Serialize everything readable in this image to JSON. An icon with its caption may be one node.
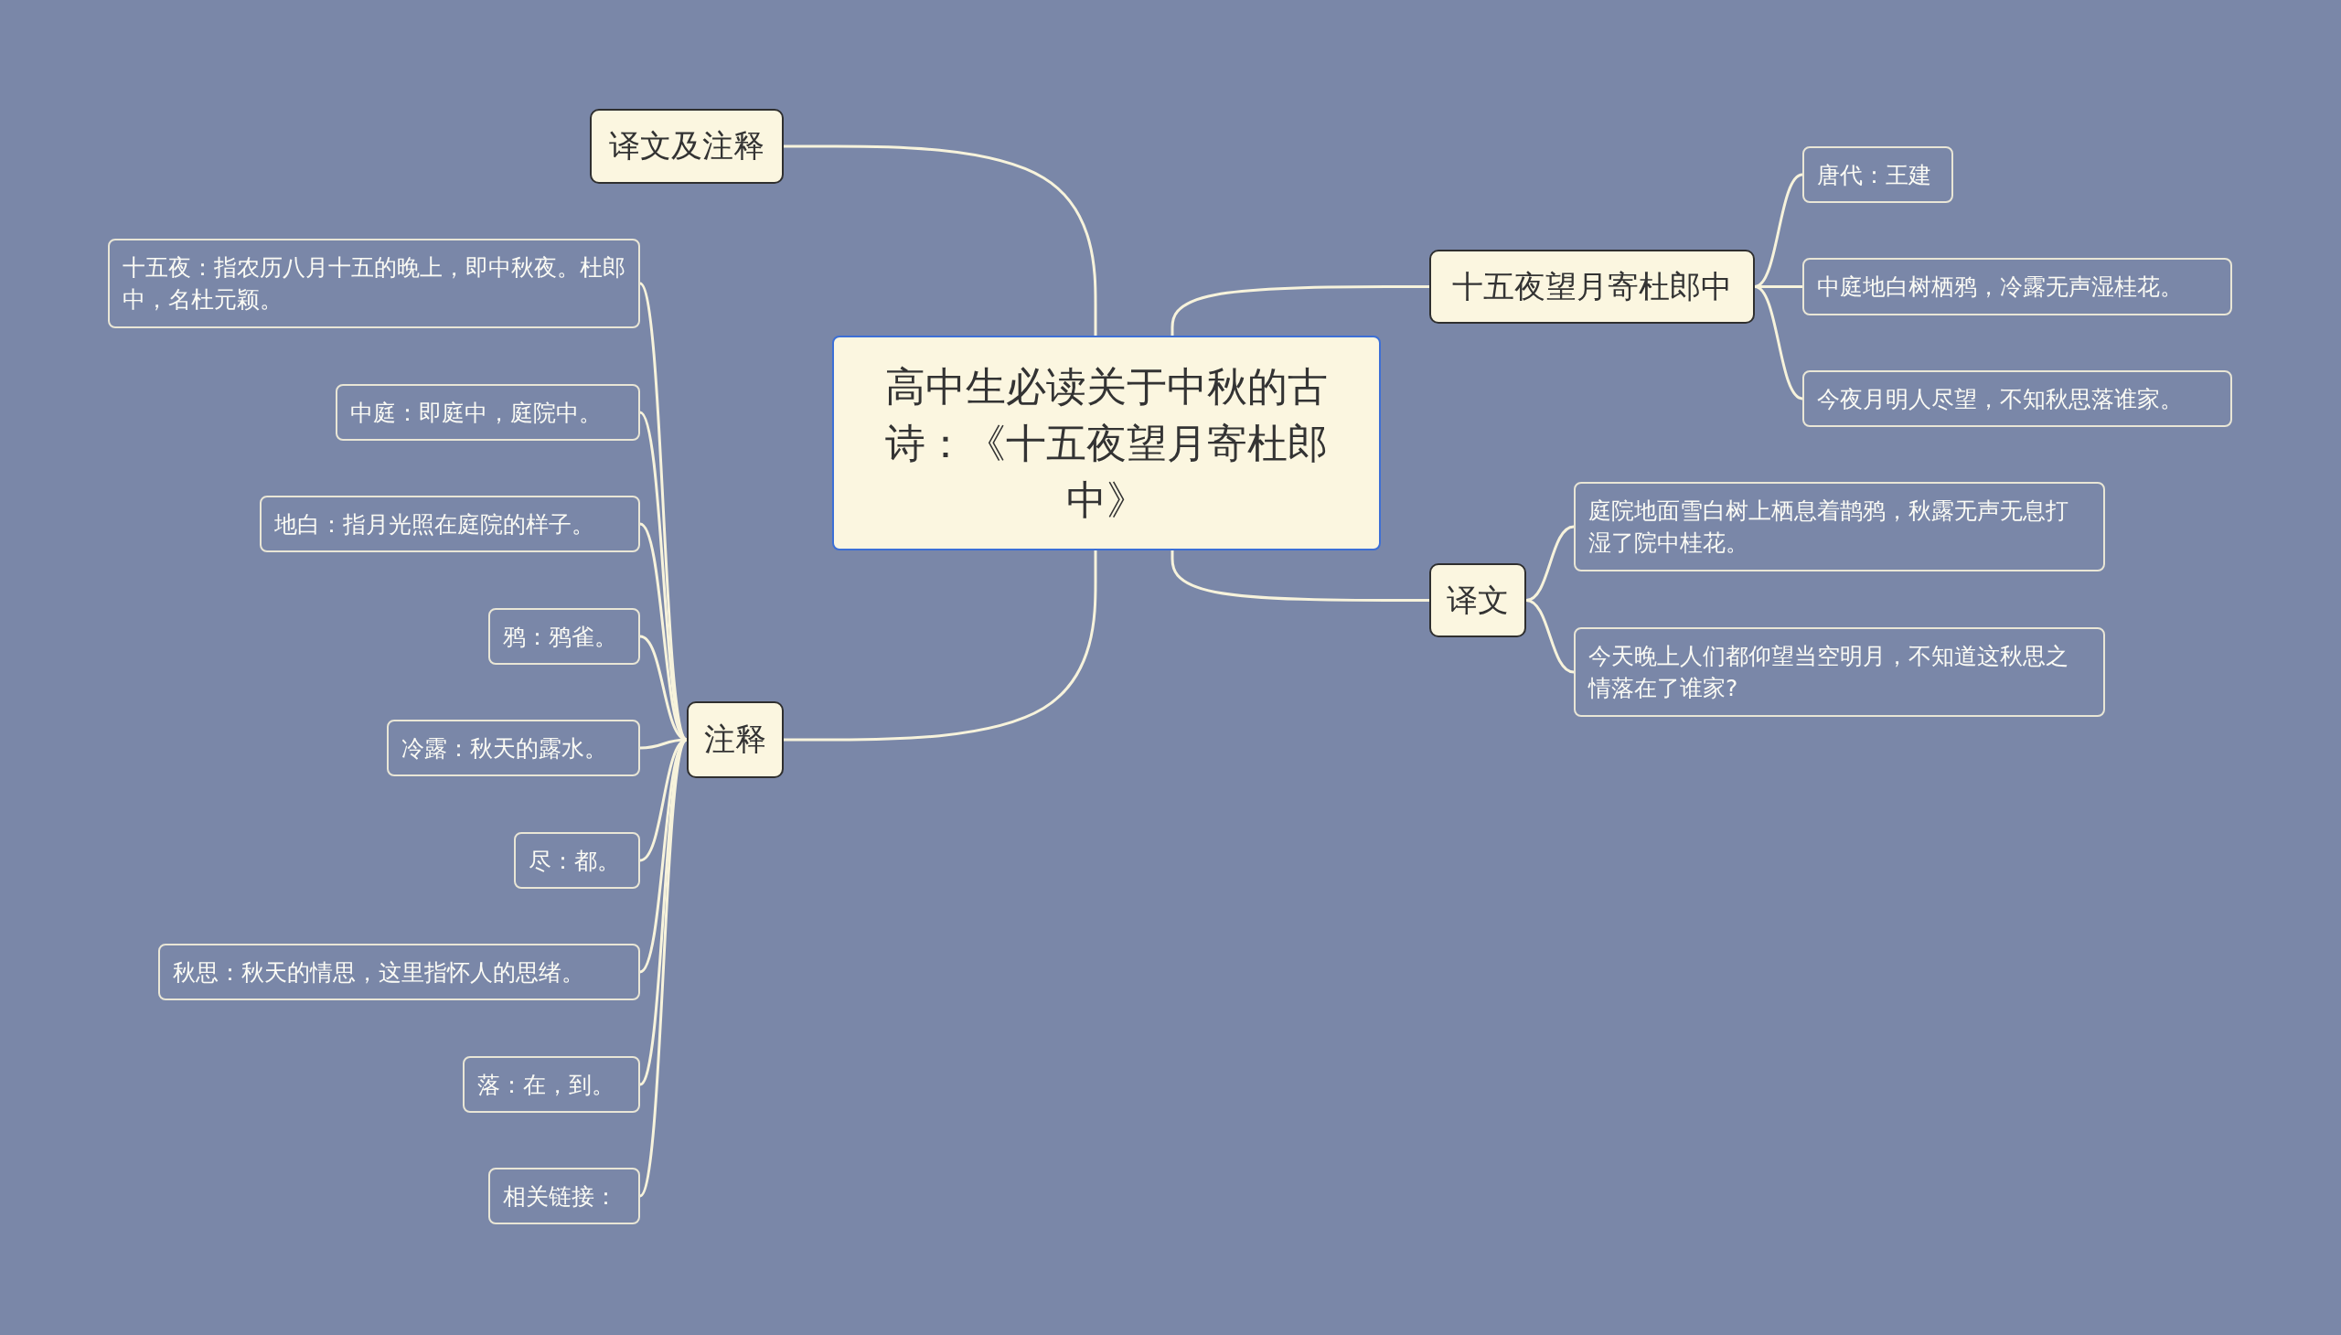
{
  "diagram": {
    "nodes": [
      {
        "text": [
          "高中生必读关于中秋的古诗：《十五夜望月寄杜郎中》"
        ]
      },
      {
        "text": [
          "译文及注释"
        ]
      },
      {
        "text": [
          "十五夜望月寄杜郎中"
        ]
      },
      {
        "text": [
          "唐代：王建"
        ]
      },
      {
        "text": [
          "中庭地白树栖鸦，冷露无声湿桂花。"
        ]
      },
      {
        "text": [
          "今夜月明人尽望，不知秋思落谁家。"
        ]
      },
      {
        "text": [
          "译文"
        ]
      },
      {
        "text": [
          "庭院地面雪白树上栖息着鹊鸦，秋露无声无息打湿了院中桂花。"
        ]
      },
      {
        "text": [
          "今天晚上人们都仰望当空明月，不知道这秋思之情落在了谁家?"
        ]
      },
      {
        "text": [
          "注释"
        ]
      },
      {
        "text": [
          "十五夜：指农历八月十五的晚上，即中秋夜。杜郎中，名杜元颖。"
        ]
      },
      {
        "text": [
          "中庭：即庭中，庭院中。"
        ]
      },
      {
        "text": [
          "地白：指月光照在庭院的样子。"
        ]
      },
      {
        "text": [
          "鸦：鸦雀。"
        ]
      },
      {
        "text": [
          "冷露：秋天的露水。"
        ]
      },
      {
        "text": [
          "尽：都。"
        ]
      },
      {
        "text": [
          "秋思：秋天的情思，这里指怀人的思绪。"
        ]
      },
      {
        "text": [
          "落：在，到。"
        ]
      },
      {
        "text": [
          "相关链接："
        ]
      }
    ],
    "edges": [
      {
        "from": 0,
        "to": 1,
        "arrow": "none"
      },
      {
        "from": 0,
        "to": 2,
        "arrow": "none"
      },
      {
        "from": 0,
        "to": 6,
        "arrow": "none"
      },
      {
        "from": 0,
        "to": 9,
        "arrow": "none"
      },
      {
        "from": 2,
        "to": 3,
        "arrow": "none"
      },
      {
        "from": 2,
        "to": 4,
        "arrow": "none"
      },
      {
        "from": 2,
        "to": 5,
        "arrow": "none"
      },
      {
        "from": 6,
        "to": 7,
        "arrow": "none"
      },
      {
        "from": 6,
        "to": 8,
        "arrow": "none"
      },
      {
        "from": 9,
        "to": 10,
        "arrow": "none"
      },
      {
        "from": 9,
        "to": 11,
        "arrow": "none"
      },
      {
        "from": 9,
        "to": 12,
        "arrow": "none"
      },
      {
        "from": 9,
        "to": 13,
        "arrow": "none"
      },
      {
        "from": 9,
        "to": 14,
        "arrow": "none"
      },
      {
        "from": 9,
        "to": 15,
        "arrow": "none"
      },
      {
        "from": 9,
        "to": 16,
        "arrow": "none"
      },
      {
        "from": 9,
        "to": 17,
        "arrow": "none"
      },
      {
        "from": 9,
        "to": 18,
        "arrow": "none"
      }
    ]
  }
}
